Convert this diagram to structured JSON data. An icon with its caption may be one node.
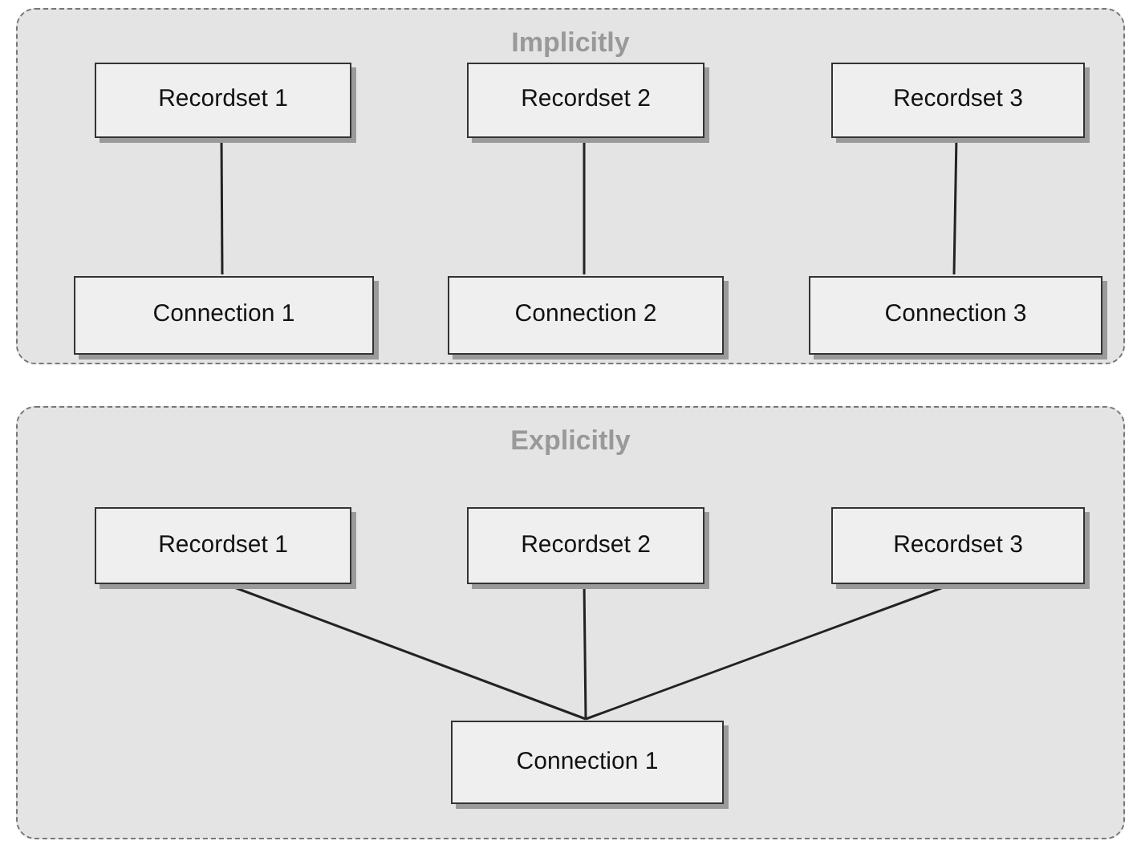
{
  "diagram": {
    "nodes": [
      {
        "text": [
          "Implicitly"
        ]
      },
      {
        "text": [
          "Recordset 1"
        ],
        "in": 0
      },
      {
        "text": [
          "Recordset 2"
        ],
        "in": 0
      },
      {
        "text": [
          "Recordset 3"
        ],
        "in": 0
      },
      {
        "text": [
          "Connection 1"
        ],
        "in": 0
      },
      {
        "text": [
          "Connection 2"
        ],
        "in": 0
      },
      {
        "text": [
          "Connection 3"
        ],
        "in": 0
      },
      {
        "text": [
          "Explicitly"
        ]
      },
      {
        "text": [
          "Recordset 1"
        ],
        "in": 7
      },
      {
        "text": [
          "Recordset 2"
        ],
        "in": 7
      },
      {
        "text": [
          "Recordset 3"
        ],
        "in": 7
      },
      {
        "text": [
          "Connection 1"
        ],
        "in": 7
      }
    ],
    "edges": [
      {
        "from": 1,
        "to": 4,
        "arrow": "none"
      },
      {
        "from": 2,
        "to": 5,
        "arrow": "none"
      },
      {
        "from": 3,
        "to": 6,
        "arrow": "none"
      },
      {
        "from": 8,
        "to": 11,
        "arrow": "none"
      },
      {
        "from": 9,
        "to": 11,
        "arrow": "none"
      },
      {
        "from": 10,
        "to": 11,
        "arrow": "none"
      }
    ]
  }
}
